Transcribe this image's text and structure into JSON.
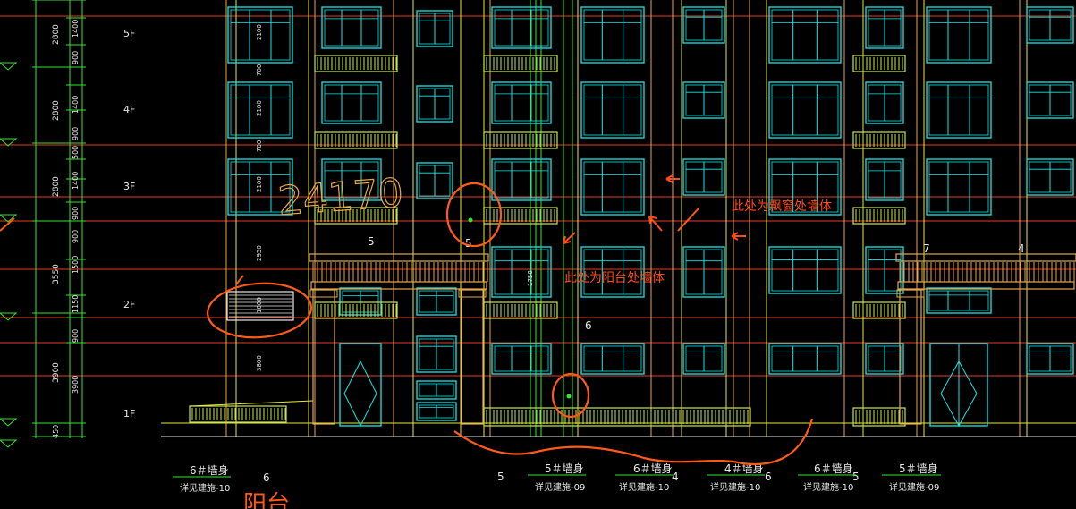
{
  "colors": {
    "background": "#000000",
    "cyan": "#19e6e6",
    "yellow": "#e6e640",
    "green": "#33e633",
    "orange": "#e6a64d",
    "red_line": "#e63c2a",
    "annotation": "#ff4d1a",
    "white": "#e8e8e8",
    "railing": "#c8e64d"
  },
  "floors": [
    {
      "label": "5F"
    },
    {
      "label": "4F"
    },
    {
      "label": "3F"
    },
    {
      "label": "2F"
    },
    {
      "label": "1F"
    }
  ],
  "outer_dimensions": [
    "2800",
    "2800",
    "2800",
    "3550",
    "3900",
    "450"
  ],
  "inner_dimensions": [
    "1400",
    "900",
    "1400",
    "900",
    "500",
    "1400",
    "900",
    "900",
    "1500",
    "1150",
    "900",
    "3900"
  ],
  "window_heights": [
    "2100",
    "700",
    "2100",
    "700",
    "2100",
    "2950",
    "1000",
    "3800",
    "1750"
  ],
  "handwriting": {
    "text_24170": "24170",
    "text_yangtai": "阳台"
  },
  "annotations": {
    "bay_window_note": "此处为飘窗处墙体",
    "balcony_note": "此处为阳台处墙体"
  },
  "grid_marks": [
    "5",
    "5",
    "6",
    "7",
    "4",
    "6",
    "5",
    "4",
    "6",
    "5"
  ],
  "wall_labels": [
    {
      "title": "6＃墙身",
      "ref": "详见建施-10"
    },
    {
      "title": "5＃墙身",
      "ref": "详见建施-09"
    },
    {
      "title": "6＃墙身",
      "ref": "详见建施-10"
    },
    {
      "title": "4＃墙身",
      "ref": "详见建施-10"
    },
    {
      "title": "6＃墙身",
      "ref": "详见建施-10"
    },
    {
      "title": "5＃墙身",
      "ref": "详见建施-09"
    }
  ]
}
